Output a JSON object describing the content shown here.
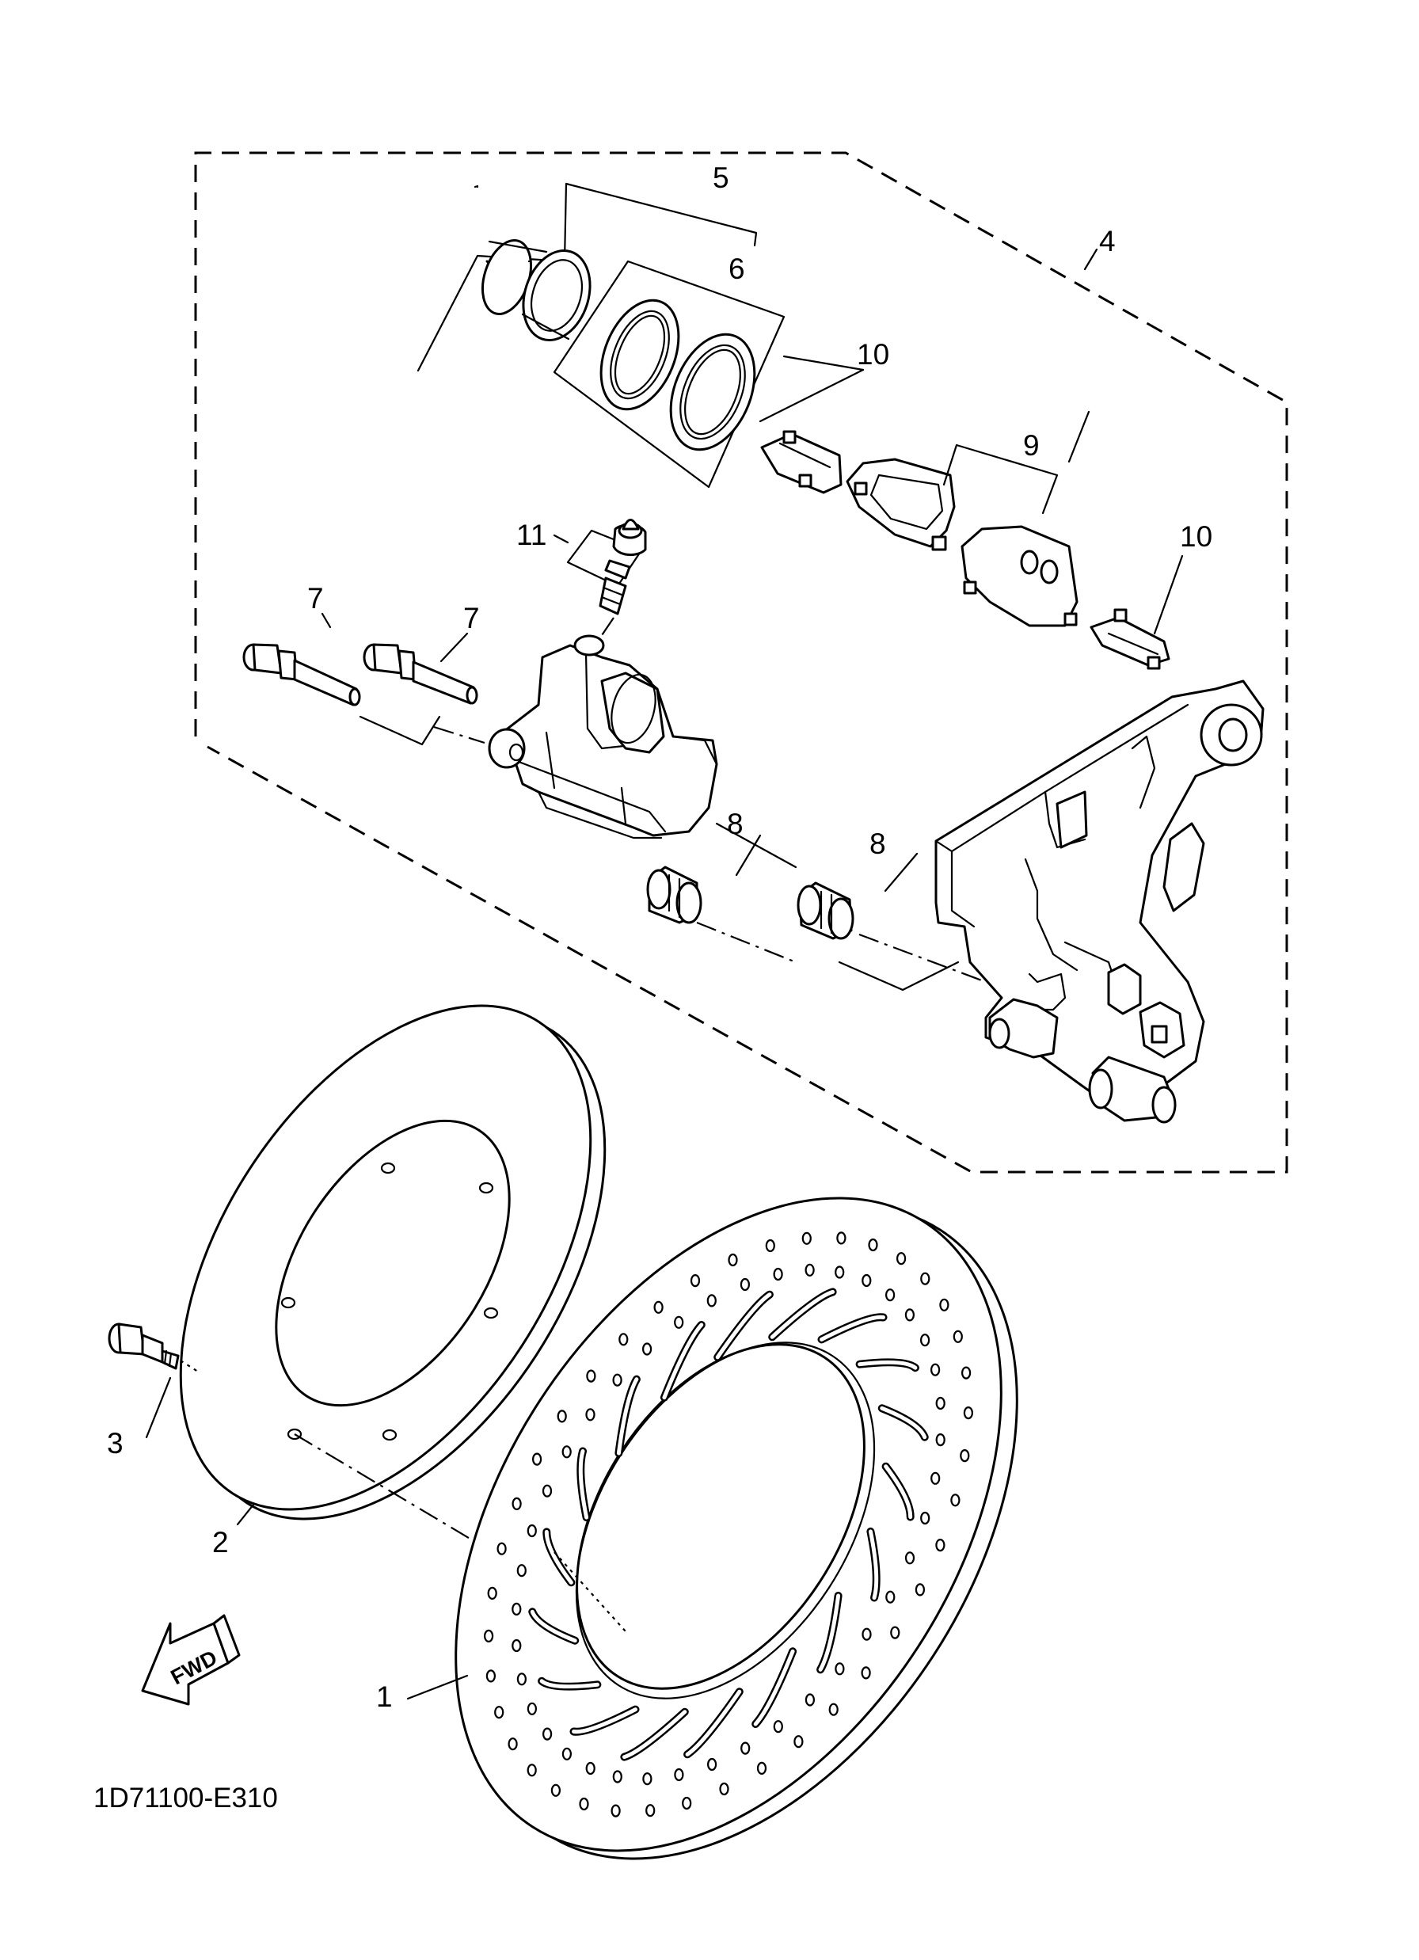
{
  "callouts": {
    "c1": "1",
    "c2": "2",
    "c3": "3",
    "c4": "4",
    "c5": "5",
    "c6": "6",
    "c7a": "7",
    "c7b": "7",
    "c8a": "8",
    "c8b": "8",
    "c9": "9",
    "c10a": "10",
    "c10b": "10",
    "c11": "11"
  },
  "fwd_label": "FWD",
  "diagram_code": "1D71100-E310"
}
